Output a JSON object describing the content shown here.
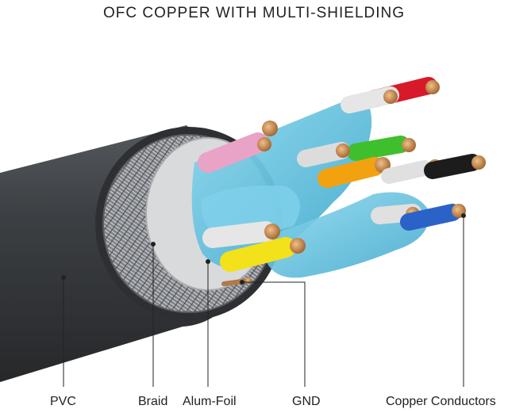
{
  "title": "OFC COPPER WITH MULTI-SHIELDING",
  "labels": {
    "pvc": "PVC",
    "braid": "Braid",
    "alum_foil": "Alum-Foil",
    "gnd": "GND",
    "copper_conductors": "Copper Conductors"
  },
  "colors": {
    "jacket": "#3a3d40",
    "braid": "#8a8d92",
    "foil": "#d9dadc",
    "inner_shield": "#6cc6e2",
    "copper": "#c9874a",
    "wire_red": "#d8192a",
    "wire_pink": "#e9a3c6",
    "wire_green": "#3fbf2d",
    "wire_orange": "#f3a20f",
    "wire_yellow": "#f3e11a",
    "wire_white": "#dcdcdc",
    "wire_black": "#1c1c1c",
    "wire_blue": "#2a62c8",
    "leader": "#222222"
  }
}
